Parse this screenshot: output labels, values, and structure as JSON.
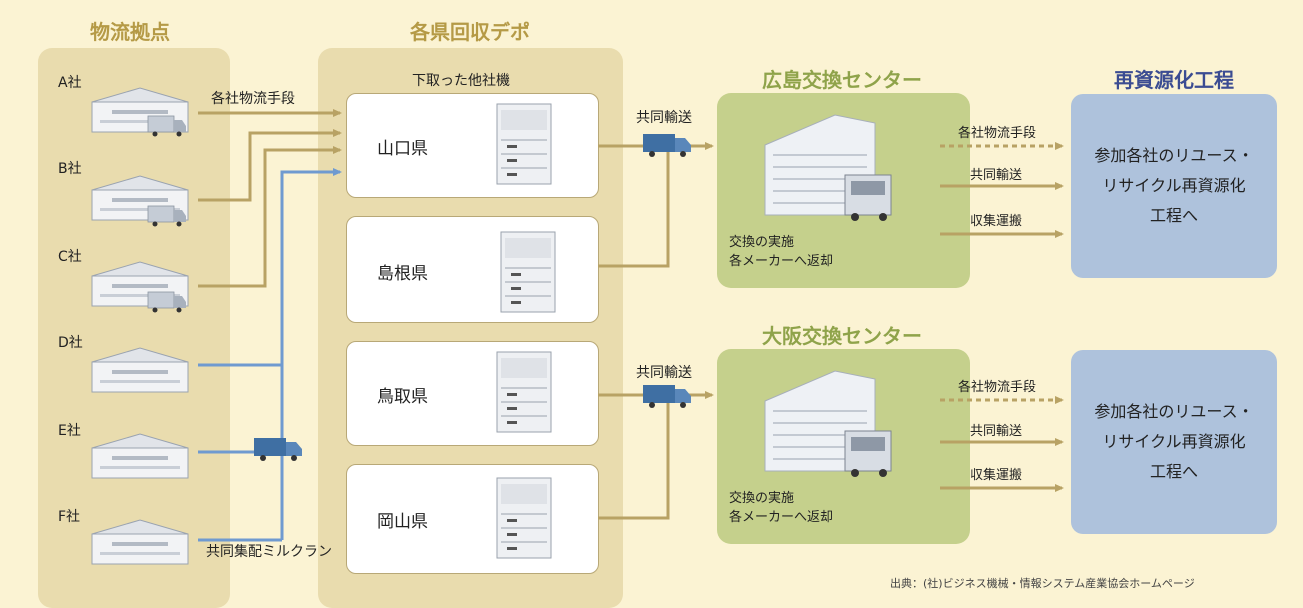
{
  "headings": {
    "logistics": "物流拠点",
    "depots": "各県回収デポ",
    "hiroshima": "広島交換センター",
    "osaka": "大阪交換センター",
    "recycling": "再資源化工程"
  },
  "companies": [
    "A社",
    "B社",
    "C社",
    "D社",
    "E社",
    "F社"
  ],
  "flow_labels": {
    "each_company_logistics": "各社物流手段",
    "milk_run": "共同集配ミルクラン",
    "joint_transport": "共同輸送",
    "collection": "収集運搬"
  },
  "depot_caption": "下取った他社機",
  "depots": [
    "山口県",
    "島根県",
    "鳥取県",
    "岡山県"
  ],
  "center_text": {
    "line1": "交換の実施",
    "line2": "各メーカーへ返却"
  },
  "recycle_text": {
    "line1": "参加各社のリユース・",
    "line2": "リサイクル再資源化",
    "line3": "工程へ"
  },
  "source": "出典：(社)ビジネス機械・情報システム産業協会ホームページ",
  "colors": {
    "gold_arrow": "#b8a264",
    "blue_arrow": "#6f9ad0",
    "green_panel": "#c5d08c",
    "blue_panel": "#aec2dc",
    "tan_panel": "#e9dcae"
  }
}
